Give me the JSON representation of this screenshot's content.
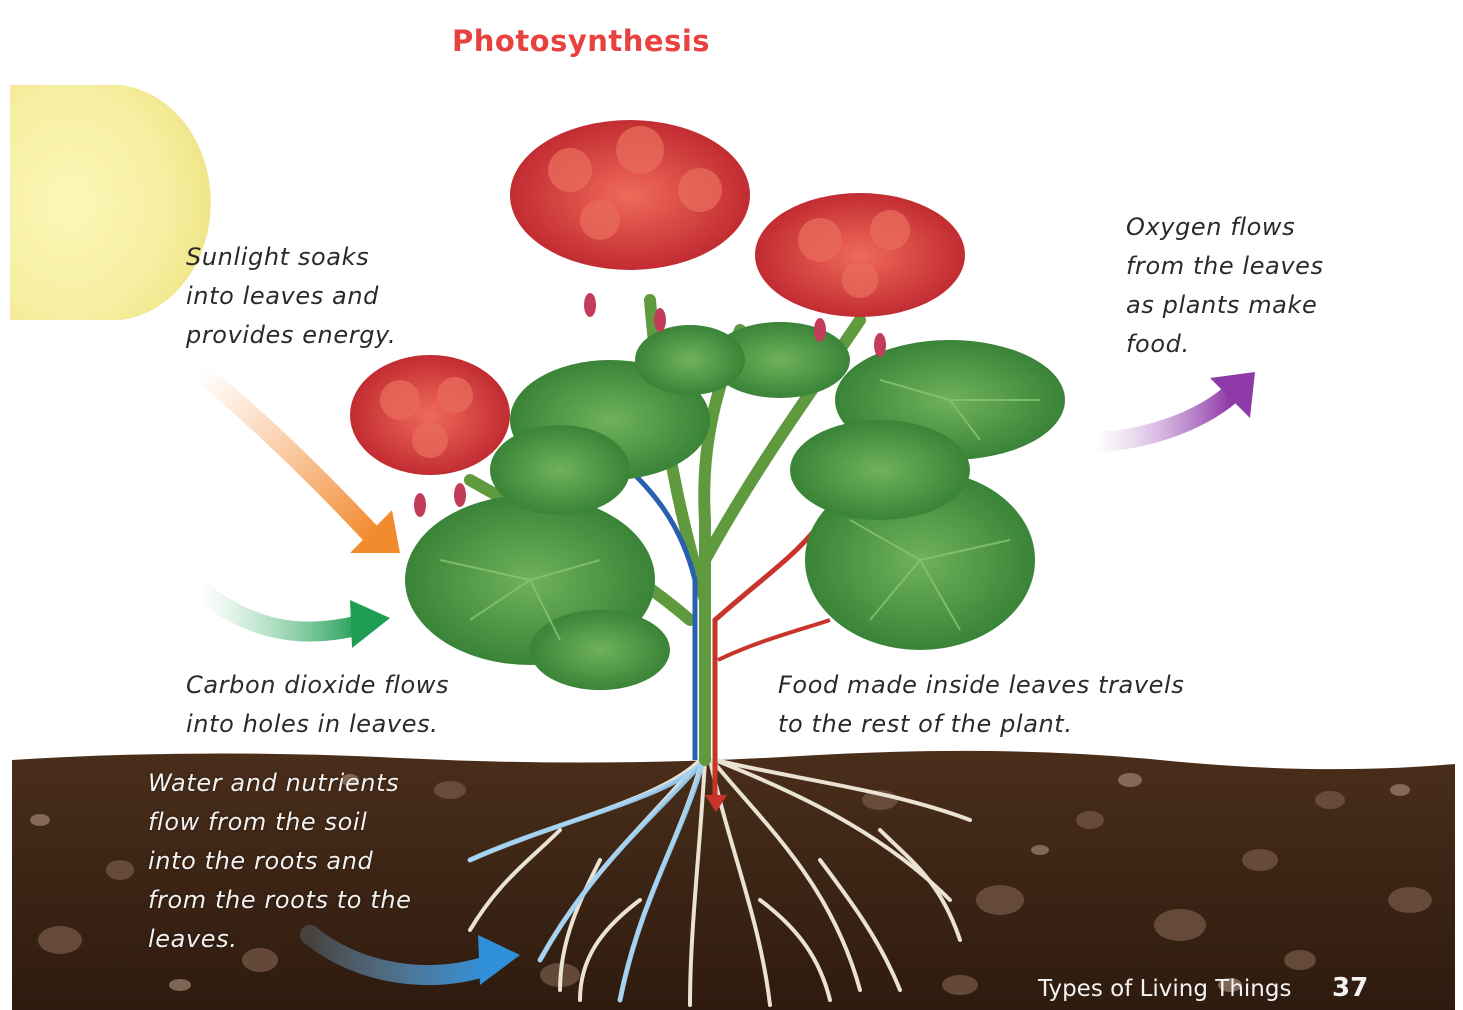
{
  "title": "Photosynthesis",
  "captions": {
    "sunlight": "Sunlight soaks\ninto leaves and\nprovides energy.",
    "oxygen": "Oxygen flows\nfrom the leaves\nas plants make\nfood.",
    "carbon_dioxide": "Carbon dioxide flows\ninto holes in leaves.",
    "food": "Food made inside leaves travels\nto the rest of the plant.",
    "water": "Water and nutrients\nflow from the soil\ninto the roots and\nfrom the roots to the\nleaves."
  },
  "footer": {
    "section": "Types of Living Things",
    "page_number": "37"
  },
  "colors": {
    "title": "#e8423f",
    "sunlight_arrow": "#f28a2e",
    "co2_arrow": "#1f9d55",
    "oxygen_arrow": "#8e3aa8",
    "water_arrow": "#2f8fd8",
    "xylem": "#2a5fb0",
    "phloem": "#c8332a",
    "soil": "#3b2415",
    "leaf": "#3f8f3a",
    "flower": "#d8322e"
  }
}
